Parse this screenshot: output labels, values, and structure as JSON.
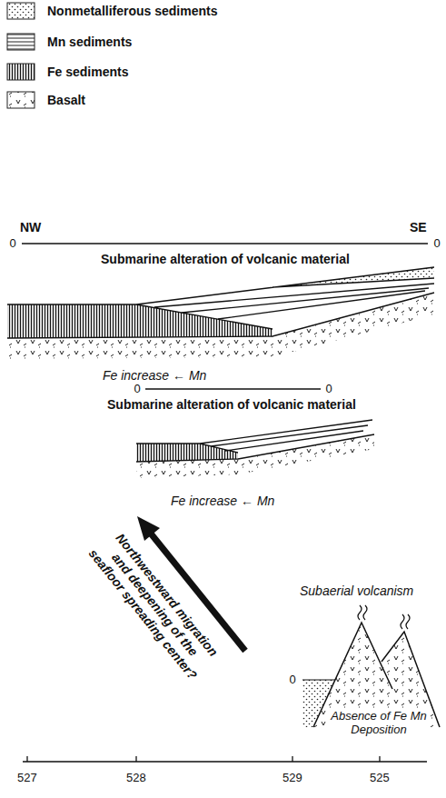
{
  "diagram": {
    "labels": [
      "NW",
      "SE",
      "0",
      "0",
      "Submarine alteration of volcanic material",
      "Fe increase ← Mn",
      "0",
      "0",
      "Submarine alteration of volcanic material",
      "Fe increase ← Mn",
      "Northwestward migration and deepening of the seafloor spreading center?",
      "Subaerial volcanism",
      "0",
      "Absence of Fe Mn Deposition",
      "527",
      "528",
      "529",
      "525"
    ],
    "legend": [
      {
        "text": "Nonmetalliferous sediments"
      },
      {
        "text": "Mn sediments"
      },
      {
        "text": "Fe sediments"
      },
      {
        "text": "Basalt"
      }
    ]
  }
}
